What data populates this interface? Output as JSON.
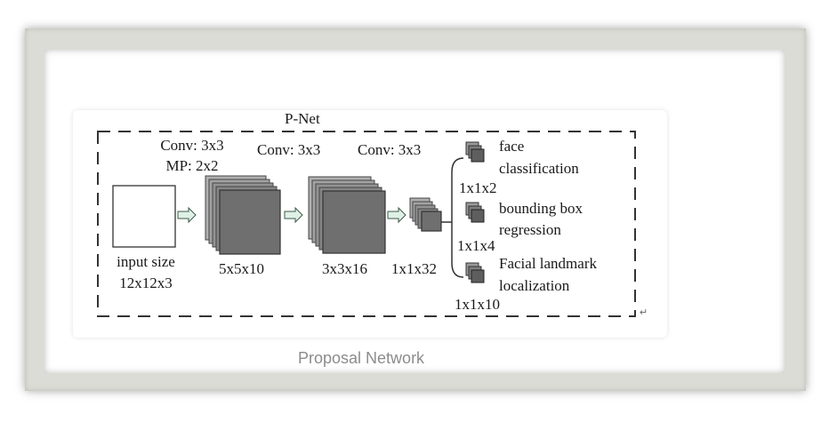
{
  "diagram": {
    "title": "P-Net",
    "caption": "Proposal Network",
    "input": {
      "label_line1": "input size",
      "label_line2": "12x12x3"
    },
    "layers": [
      {
        "op_line1": "Conv: 3x3",
        "op_line2": "MP: 2x2",
        "size": "5x5x10"
      },
      {
        "op_line1": "Conv: 3x3",
        "op_line2": "",
        "size": "3x3x16"
      },
      {
        "op_line1": "Conv: 3x3",
        "op_line2": "",
        "size": "1x1x32"
      }
    ],
    "outputs": [
      {
        "line1": "face",
        "line2": "classification",
        "size": "1x1x2"
      },
      {
        "line1": "bounding box",
        "line2": "regression",
        "size": "1x1x4"
      },
      {
        "line1": "Facial landmark",
        "line2": "localization",
        "size": "1x1x10"
      }
    ],
    "corner_mark": "↵"
  },
  "colors": {
    "block_fill": "#6f6f6f",
    "block_back": "#a8a8a8",
    "arrow_fill": "#dff0e6",
    "arrow_stroke": "#3d5a48",
    "line": "#333333",
    "caption": "#8c8c8c"
  }
}
